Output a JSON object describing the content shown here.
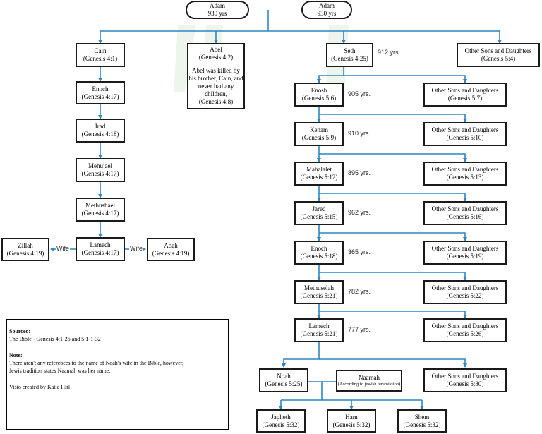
{
  "adam_left": {
    "name": "Adam",
    "years": "930 yrs"
  },
  "adam_right": {
    "name": "Adam",
    "years": "930 yrs"
  },
  "cain": {
    "name": "Cain",
    "ref": "(Genesis 4:1)"
  },
  "abel": {
    "name": "Abel",
    "ref": "(Genesis 4:2)",
    "note": "Abel was killed by his brother, Cain, and never had any children,",
    "note_ref": "(Genesis 4:8)"
  },
  "seth": {
    "name": "Seth",
    "ref": "(Genesis 4:25)",
    "years": "912 yrs."
  },
  "seth_others": {
    "name": "Other Sons and Daughters",
    "ref": "(Genesis 5:4)"
  },
  "cain_line": [
    {
      "name": "Enoch",
      "ref": "(Genesis 4:17)"
    },
    {
      "name": "Irad",
      "ref": "(Genesis 4:18)"
    },
    {
      "name": "Mehujael",
      "ref": "(Genesis 4:17)"
    },
    {
      "name": "Methushael",
      "ref": "(Genesis 4:17)"
    },
    {
      "name": "Lamech",
      "ref": "(Genesis 4:17)"
    }
  ],
  "zillah": {
    "name": "Zillah",
    "ref": "(Genesis 4:19)"
  },
  "adah": {
    "name": "Adah",
    "ref": "(Genesis 4:19)"
  },
  "wife_label": "Wife",
  "seth_line": [
    {
      "name": "Enosh",
      "ref": "(Genesis 5:6)",
      "years": "905 yrs.",
      "others_ref": "(Genesis 5:7)"
    },
    {
      "name": "Kenam",
      "ref": "(Genesis 5:9)",
      "years": "910 yrs.",
      "others_ref": "(Genesis 5:10)"
    },
    {
      "name": "Mahalalet",
      "ref": "(Genesis 5:12)",
      "years": "895 yrs.",
      "others_ref": "(Genesis 5:13)"
    },
    {
      "name": "Jared",
      "ref": "(Genesis 5:15)",
      "years": "962 yrs.",
      "others_ref": "(Genesis 5:16)"
    },
    {
      "name": "Enoch",
      "ref": "(Genesis 5:18)",
      "years": "365 yrs.",
      "others_ref": "(Genesis 5:19)"
    },
    {
      "name": "Methuselah",
      "ref": "(Genesis 5:21)",
      "years": "782 yrs.",
      "others_ref": "(Genesis 5:22)"
    },
    {
      "name": "Lamech",
      "ref": "(Genesis 5:21)",
      "years": "777 yrs.",
      "others_ref": "(Genesis 5:26)"
    }
  ],
  "others_label": "Other Sons and Daughters",
  "noah": {
    "name": "Noah",
    "ref": "(Genesis 5:25)"
  },
  "naamah": {
    "name": "Naamah",
    "ref": "(According to jewish teramission)"
  },
  "noah_others": {
    "name": "Other Sons and Daughters",
    "ref": "(Genesis 5:30)"
  },
  "sons": [
    {
      "name": "Japheth",
      "ref": "(Genesis 5:32)"
    },
    {
      "name": "Ham",
      "ref": "(Genesis 5:32)"
    },
    {
      "name": "Shem",
      "ref": "(Genesis 5:32)"
    }
  ],
  "panel": {
    "source_heading": "Sourceo:",
    "source_text": "The Bible - Genesis 4:1-26 and 5:1-1-32",
    "note_heading": "Note:",
    "note_line1": "There aren't any referebces to the name of Noah's wife in the Bible, however,",
    "note_line2": "Jewis tradition states Naamah was her name.",
    "credit": "Visio created by Katie Hirl"
  },
  "colors": {
    "connector": "#2e86c1",
    "border": "#1a1a1a",
    "watermark": "#eef5ec"
  }
}
